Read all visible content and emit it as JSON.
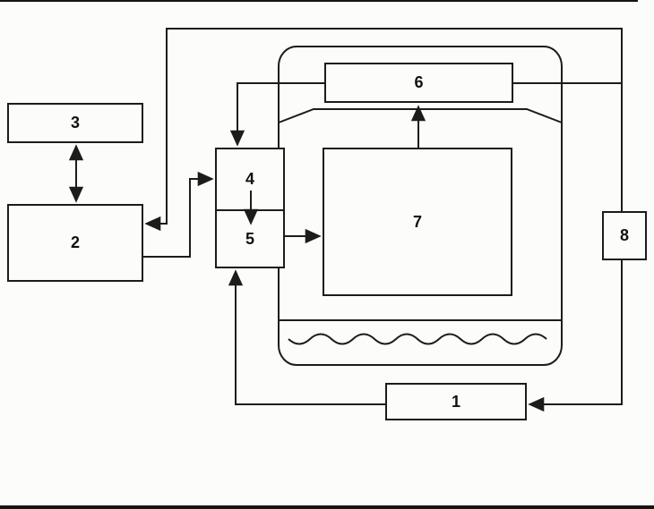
{
  "figure": {
    "type": "block-diagram",
    "blocks": {
      "b1": {
        "label": "1"
      },
      "b2": {
        "label": "2"
      },
      "b3": {
        "label": "3"
      },
      "b4": {
        "label": "4"
      },
      "b5": {
        "label": "5"
      },
      "b6": {
        "label": "6"
      },
      "b7": {
        "label": "7"
      },
      "b8": {
        "label": "8"
      }
    },
    "colors": {
      "ink": "#1c1c1c",
      "paper": "#fcfcfa"
    }
  }
}
